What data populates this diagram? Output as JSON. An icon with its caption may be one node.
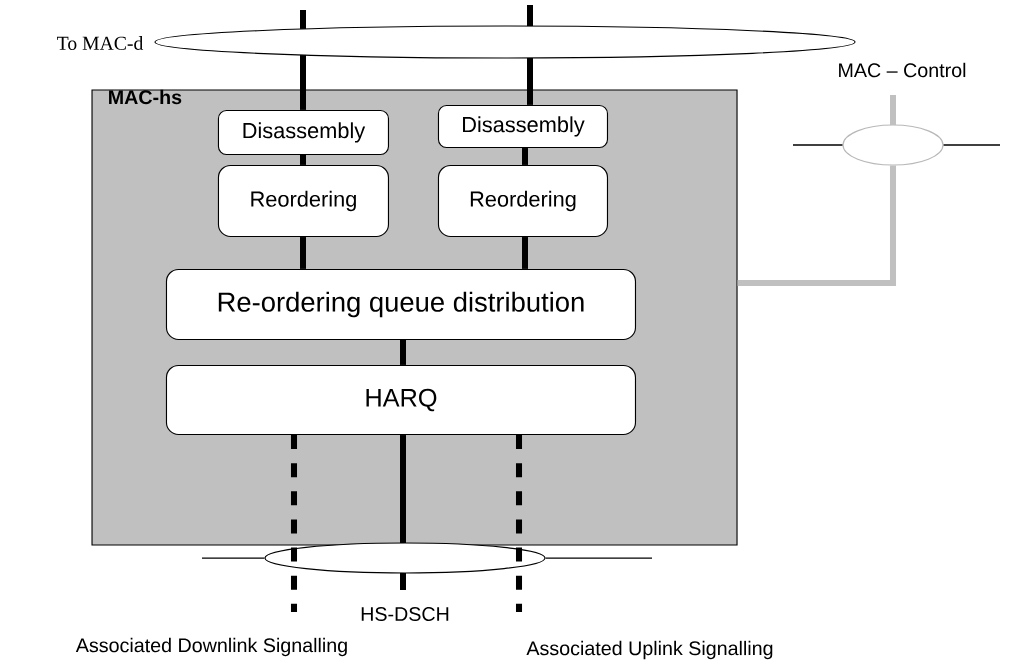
{
  "diagram": {
    "nodes": [
      {
        "text": [
          "MAC-hs"
        ]
      },
      {
        "text": [
          "Disassembly"
        ],
        "in": 0
      },
      {
        "text": [
          "Disassembly"
        ],
        "in": 0
      },
      {
        "text": [
          "Reordering"
        ],
        "in": 0
      },
      {
        "text": [
          "Reordering"
        ],
        "in": 0
      },
      {
        "text": [
          "Re-ordering queue distribution"
        ],
        "in": 0
      },
      {
        "text": [
          "HARQ"
        ],
        "in": 0
      },
      {
        "text": [],
        "shape": "ellipse",
        "beside": [
          "To MAC-d"
        ]
      },
      {
        "text": [],
        "shape": "ellipse"
      },
      {
        "text": [],
        "shape": "ellipse",
        "beside": [
          "HS-DSCH"
        ]
      }
    ],
    "edges": [
      {
        "from": null,
        "to": 7,
        "arrow": "none"
      },
      {
        "from": 7,
        "to": 1,
        "arrow": "none"
      },
      {
        "from": null,
        "to": 7,
        "arrow": "none"
      },
      {
        "from": 7,
        "to": 2,
        "arrow": "none"
      },
      {
        "from": 1,
        "to": 3,
        "arrow": "none"
      },
      {
        "from": 2,
        "to": 4,
        "arrow": "none"
      },
      {
        "from": 3,
        "to": 5,
        "arrow": "none"
      },
      {
        "from": 4,
        "to": 5,
        "arrow": "none"
      },
      {
        "from": 5,
        "to": 6,
        "arrow": "none"
      },
      {
        "from": 6,
        "to": 9,
        "arrow": "none"
      },
      {
        "from": 9,
        "to": null,
        "arrow": "none"
      },
      {
        "from": 6,
        "to": null,
        "arrow": "none",
        "style": "dashed"
      },
      {
        "from": 6,
        "to": null,
        "arrow": "none",
        "style": "dashed"
      },
      {
        "from": null,
        "to": 9,
        "arrow": "none"
      },
      {
        "from": 9,
        "to": null,
        "arrow": "none"
      },
      {
        "from": null,
        "to": 8,
        "arrow": "none",
        "color": "#c0c0c0"
      },
      {
        "from": null,
        "to": 8,
        "arrow": "none"
      },
      {
        "from": 8,
        "to": null,
        "arrow": "none"
      },
      {
        "from": 8,
        "to": 0,
        "arrow": "none",
        "color": "#c0c0c0"
      }
    ],
    "labels": [
      "MAC – Control",
      "Associated Downlink Signalling",
      "Associated Uplink Signalling"
    ]
  }
}
